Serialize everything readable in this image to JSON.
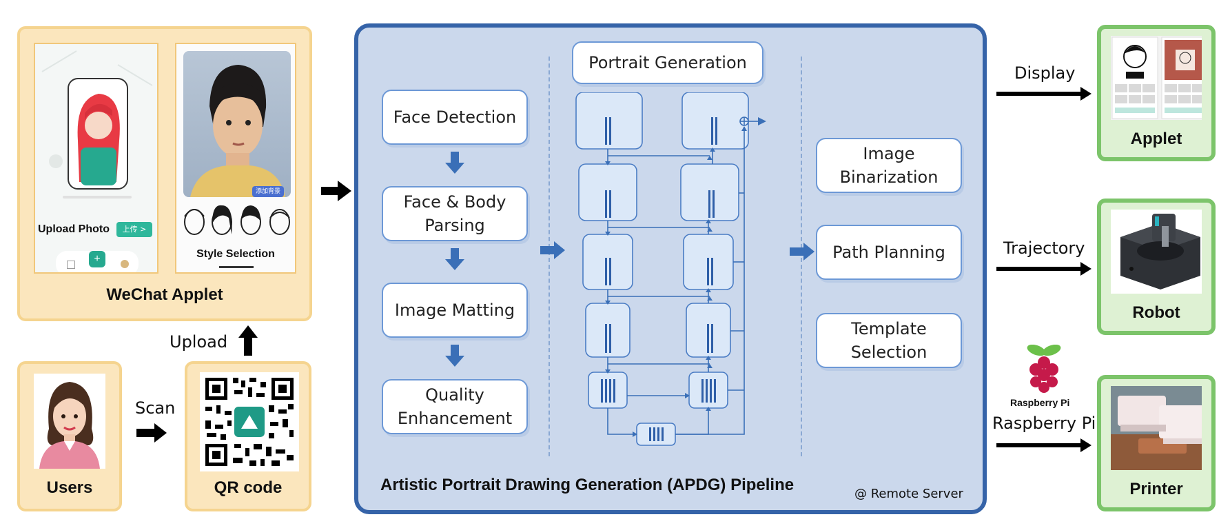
{
  "wechat_applet": {
    "label": "WeChat Applet",
    "upload_photo_label": "Upload Photo",
    "upload_button": "上传 >",
    "style_selection_label": "Style Selection",
    "photo_badge": "添加背景"
  },
  "users": {
    "label": "Users"
  },
  "qr_code": {
    "label": "QR code"
  },
  "flow_labels": {
    "scan": "Scan",
    "upload": "Upload"
  },
  "pipeline": {
    "title": "Artistic Portrait Drawing Generation (APDG) Pipeline",
    "server_note": "@ Remote Server",
    "preprocess_steps": [
      "Face Detection",
      "Face & Body Parsing",
      "Image Matting",
      "Quality Enhancement"
    ],
    "generation_title": "Portrait Generation",
    "postprocess_steps": [
      "Image Binarization",
      "Path Planning",
      "Template Selection"
    ]
  },
  "outputs": [
    {
      "label": "Applet",
      "action": "Display"
    },
    {
      "label": "Robot",
      "action": "Trajectory"
    },
    {
      "label": "Printer",
      "action": "Raspberry Pi"
    }
  ],
  "raspberry_logo_text": "Raspberry Pi",
  "colors": {
    "yellow_fill": "#fbe6bd",
    "yellow_border": "#f5d48f",
    "pipeline_fill": "#cbd8ec",
    "pipeline_border": "#3563a8",
    "green_fill": "#def1d3",
    "green_border": "#7cc46a",
    "arrow_blue": "#3a6fb7"
  }
}
